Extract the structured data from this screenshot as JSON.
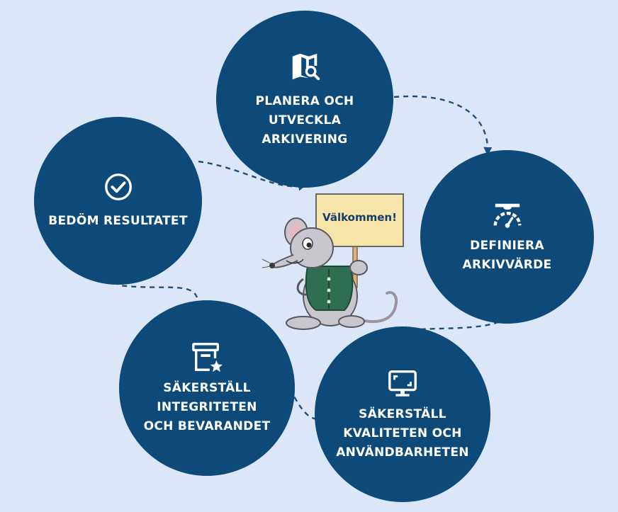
{
  "colors": {
    "background": "#dbe6f8",
    "node": "#0d4a7a",
    "node_text": "#ffffff",
    "arrow": "#1f4f78",
    "sign": "#f6e4a8"
  },
  "nodes": {
    "plan": {
      "label": "PLANERA OCH\nUTVECKLA\nARKIVERING",
      "icon": "map-search-icon"
    },
    "define": {
      "label": "DEFINIERA\nARKIVVÄRDE",
      "icon": "scale-gauge-icon"
    },
    "quality": {
      "label": "SÄKERSTÄLL\nKVALITETEN OCH\nANVÄNDBARHETEN",
      "icon": "monitor-icon"
    },
    "integrity": {
      "label": "SÄKERSTÄLL\nINTEGRITETEN\nOCH BEVARANDET",
      "icon": "archive-star-icon"
    },
    "assess": {
      "label": "BEDÖM RESULTATET",
      "icon": "check-circle-icon"
    }
  },
  "mascot": {
    "sign_text": "Välkommen!",
    "icon": "mouse-mascot-icon"
  }
}
